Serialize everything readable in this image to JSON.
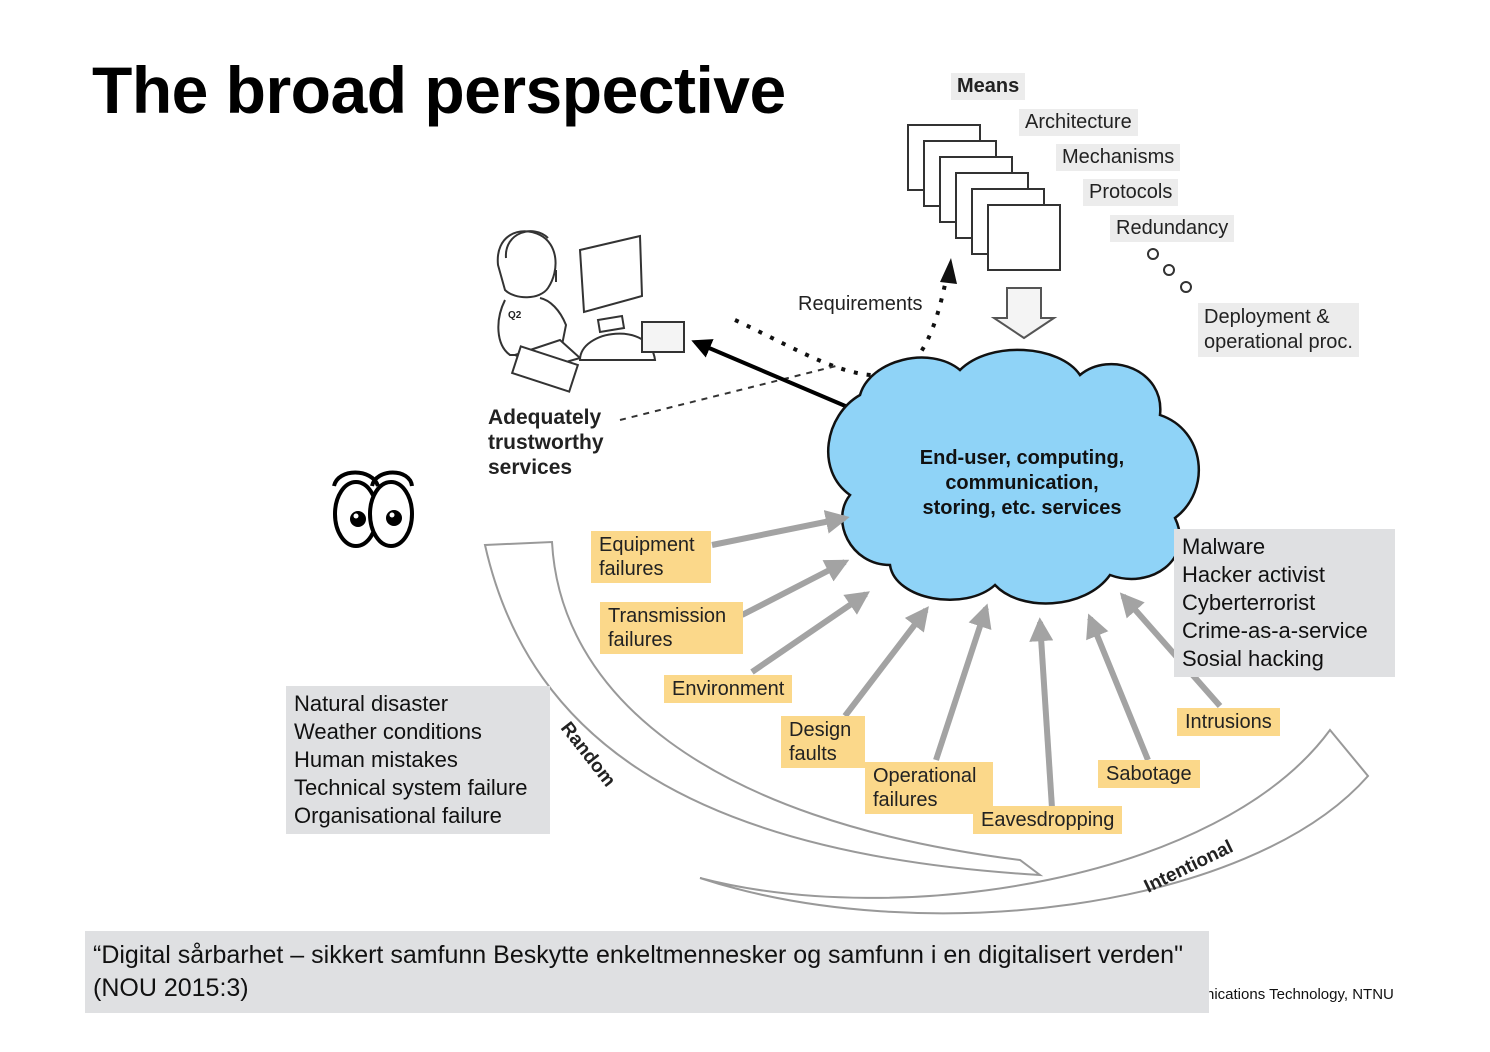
{
  "title": "The broad perspective",
  "means": {
    "header": "Means",
    "items": [
      "Architecture",
      "Mechanisms",
      "Protocols",
      "Redundancy"
    ],
    "deployment": [
      "Deployment &",
      "operational proc."
    ]
  },
  "requirements_label": "Requirements",
  "adequate": [
    "Adequately",
    "trustworthy",
    "services"
  ],
  "cloud": [
    "End-user, computing,",
    "communication,",
    "storing, etc. services"
  ],
  "random_threats": [
    "Equipment failures",
    "Transmission failures",
    "Environment",
    "Design faults",
    "Operational failures"
  ],
  "threat_labels": {
    "equipment": [
      "Equipment",
      "failures"
    ],
    "transmission": [
      "Transmission",
      "failures"
    ],
    "environment": "Environment",
    "design": [
      "Design",
      "faults"
    ],
    "operational": [
      "Operational",
      "failures"
    ],
    "eavesdropping": "Eavesdropping",
    "sabotage": "Sabotage",
    "intrusions": "Intrusions"
  },
  "random_causes": [
    "Natural disaster",
    "Weather conditions",
    "Human mistakes",
    "Technical system failure",
    "Organisational failure"
  ],
  "intentional_causes": [
    "Malware",
    "Hacker activist",
    "Cyberterrorist",
    "Crime-as-a-service",
    "Sosial hacking"
  ],
  "arc_labels": {
    "random": "Random",
    "intentional": "Intentional"
  },
  "icons": [
    "person-at-computer-icon",
    "eyes-icon",
    "document-stack-icon",
    "down-arrow-icon"
  ],
  "colors": {
    "cloud": "#8fd3f7",
    "threat_label": "#fbd88a",
    "grey_box": "#dfe0e2",
    "arrow": "#a3a3a3"
  },
  "quote": "“Digital sårbarhet – sikkert samfunn Beskytte enkeltmennesker og samfunn i en digitalisert verden\" (NOU 2015:3)",
  "footer": "nications Technology, NTNU"
}
